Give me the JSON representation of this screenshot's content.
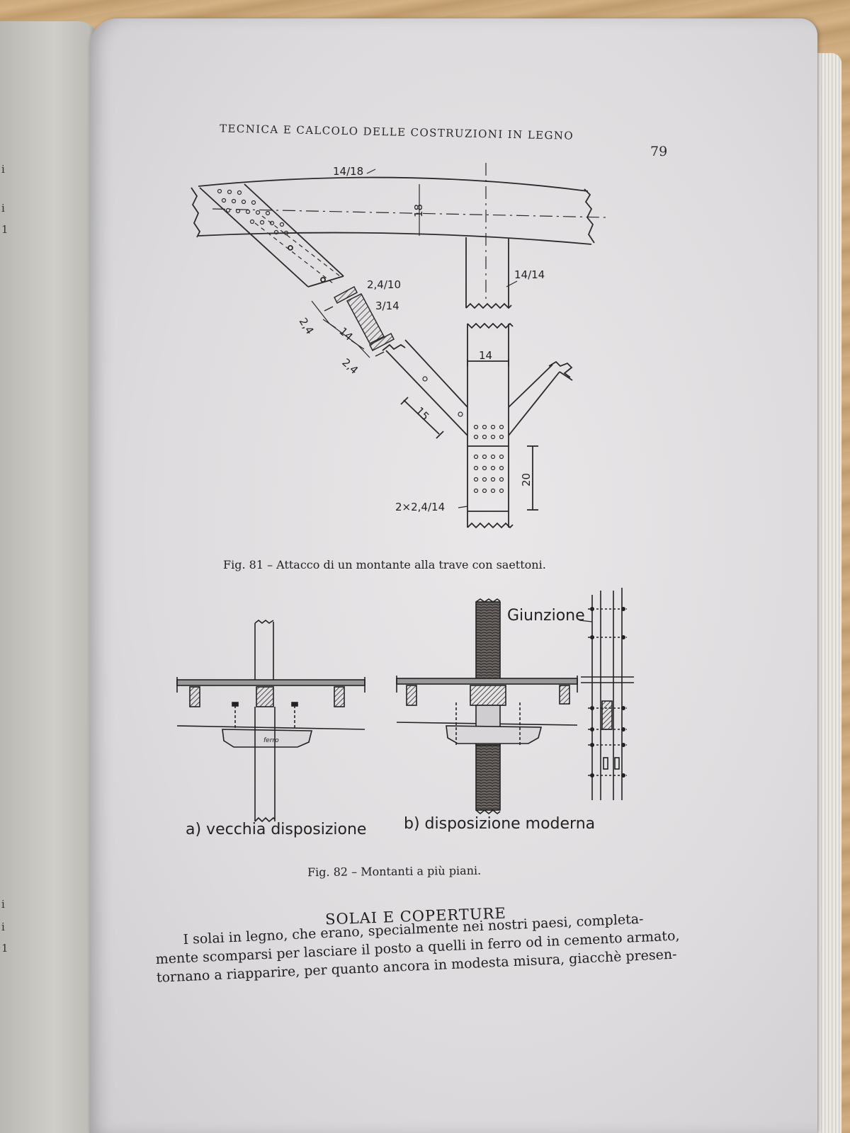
{
  "page": {
    "running_head": "TECNICA E CALCOLO DELLE COSTRUZIONI IN LEGNO",
    "page_number": "79"
  },
  "figure81": {
    "labels": {
      "beam": "14/18",
      "beam_height": "18",
      "post": "14/14",
      "plate": "2,4/10",
      "spacer": "3/14",
      "dim_a": "2,4",
      "dim_b": "14",
      "dim_c": "2,4",
      "post_width": "14",
      "brace_len": "15",
      "plate_height": "20",
      "plates": "2×2,4/14"
    },
    "caption": "Fig. 81 – Attacco di un montante alla trave con saettoni."
  },
  "figure82": {
    "labels": {
      "ferro": "ferro",
      "giunzione": "Giunzione",
      "a": "a) vecchia disposizione",
      "b": "b) disposizione moderna"
    },
    "caption": "Fig. 82 – Montanti a più piani."
  },
  "section": {
    "title": "SOLAI E COPERTURE",
    "lines": [
      "I solai in legno, che erano, specialmente nei nostri paesi, completa-",
      "mente scomparsi per lasciare il posto a quelli in ferro od in cemento armato,",
      "tornano a riapparire, per quanto ancora in modesta misura, giacchè presen-"
    ]
  },
  "left_page": {
    "marks": [
      "i",
      "i",
      "1",
      "i",
      "i",
      "1"
    ]
  }
}
